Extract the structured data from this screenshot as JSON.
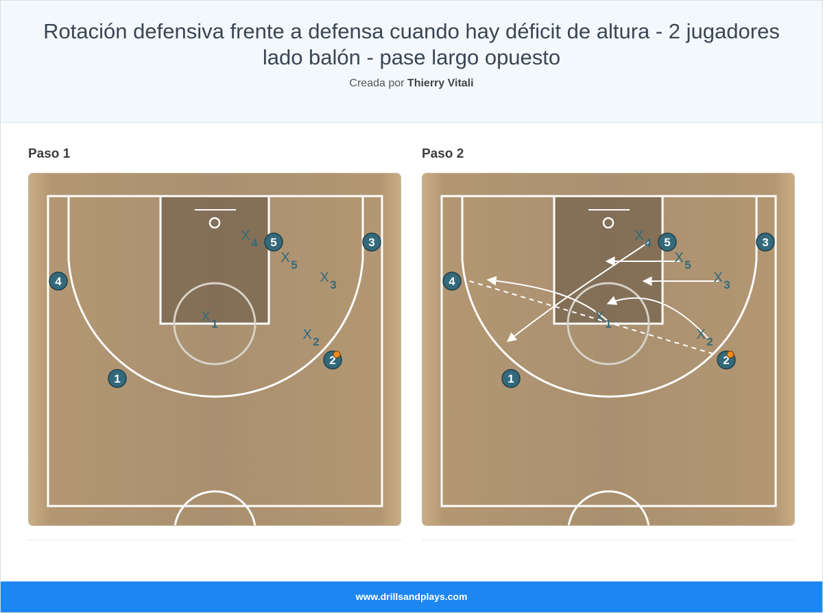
{
  "page": {
    "title": "Rotación defensiva frente a defensa cuando hay déficit de altura - 2 jugadores lado balón - pase largo opuesto",
    "byline_prefix": "Creada por",
    "author": "Thierry Vitali",
    "footer_url": "www.drillsandplays.com"
  },
  "colors": {
    "header_bg": "#f3f8fc",
    "footer_bg": "#1c86f2",
    "offense_fill": "#33697a",
    "defense_text": "#33697a",
    "paint": "#7c6a52",
    "wood": "#b49a76"
  },
  "steps": [
    {
      "label": "Paso 1",
      "offense": [
        {
          "num": "1"
        },
        {
          "num": "2",
          "ball": true
        },
        {
          "num": "3"
        },
        {
          "num": "4"
        },
        {
          "num": "5"
        }
      ],
      "defense": [
        {
          "letter": "X",
          "num": "1"
        },
        {
          "letter": "X",
          "num": "2"
        },
        {
          "letter": "X",
          "num": "3"
        },
        {
          "letter": "X",
          "num": "4"
        },
        {
          "letter": "X",
          "num": "5"
        }
      ]
    },
    {
      "label": "Paso 2",
      "offense": [
        {
          "num": "1"
        },
        {
          "num": "2",
          "ball": true
        },
        {
          "num": "3"
        },
        {
          "num": "4"
        },
        {
          "num": "5"
        }
      ],
      "defense": [
        {
          "letter": "X",
          "num": "1"
        },
        {
          "letter": "X",
          "num": "2"
        },
        {
          "letter": "X",
          "num": "3"
        },
        {
          "letter": "X",
          "num": "4"
        },
        {
          "letter": "X",
          "num": "5"
        }
      ],
      "actions": [
        {
          "type": "pass",
          "from": "2",
          "to": "4"
        },
        {
          "type": "move",
          "player": "X1"
        },
        {
          "type": "move",
          "player": "X2"
        },
        {
          "type": "move",
          "player": "X3"
        },
        {
          "type": "move",
          "player": "X4"
        },
        {
          "type": "move",
          "player": "X5"
        }
      ]
    }
  ]
}
